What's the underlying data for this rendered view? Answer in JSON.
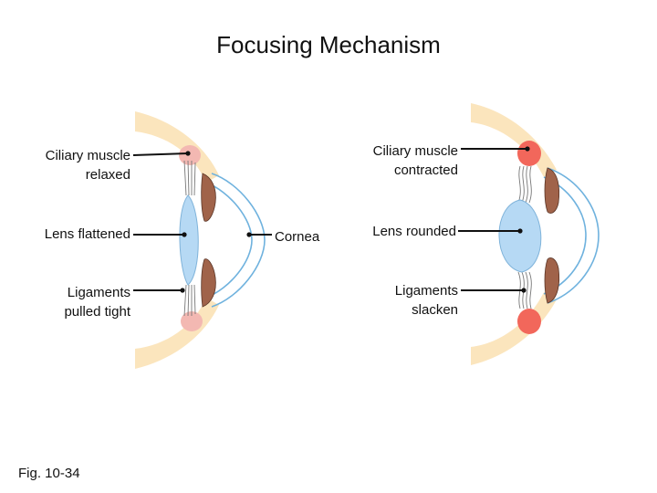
{
  "title": "Focusing Mechanism",
  "left_eye": {
    "ciliary": [
      "Ciliary muscle",
      "relaxed"
    ],
    "lens": "Lens flattened",
    "ligaments": [
      "Ligaments",
      "pulled tight"
    ]
  },
  "cornea": "Cornea",
  "right_eye": {
    "ciliary": [
      "Ciliary muscle",
      "contracted"
    ],
    "lens": "Lens rounded",
    "ligaments": [
      "Ligaments",
      "slacken"
    ]
  },
  "figure_ref": "Fig. 10-34",
  "colors": {
    "sclera": "#fbe5bd",
    "lens": "#b6d9f4",
    "iris": "#a0634a",
    "cornea_line": "#6fb2de",
    "muscle_relaxed": "#f3b8b2",
    "muscle_contracted": "#f2675b"
  }
}
